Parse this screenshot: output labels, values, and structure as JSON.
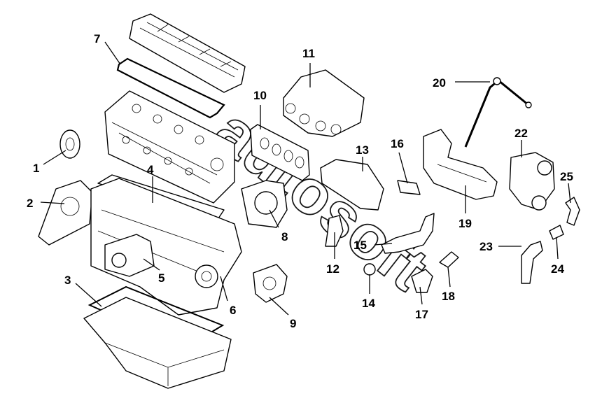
{
  "watermark": "autosoft",
  "callouts": [
    {
      "id": "1",
      "label": "1"
    },
    {
      "id": "2",
      "label": "2"
    },
    {
      "id": "3",
      "label": "3"
    },
    {
      "id": "4",
      "label": "4"
    },
    {
      "id": "5",
      "label": "5"
    },
    {
      "id": "6",
      "label": "6"
    },
    {
      "id": "7",
      "label": "7"
    },
    {
      "id": "8",
      "label": "8"
    },
    {
      "id": "9",
      "label": "9"
    },
    {
      "id": "10",
      "label": "10"
    },
    {
      "id": "11",
      "label": "11"
    },
    {
      "id": "12",
      "label": "12"
    },
    {
      "id": "13",
      "label": "13"
    },
    {
      "id": "14",
      "label": "14"
    },
    {
      "id": "15",
      "label": "15"
    },
    {
      "id": "16",
      "label": "16"
    },
    {
      "id": "17",
      "label": "17"
    },
    {
      "id": "18",
      "label": "18"
    },
    {
      "id": "19",
      "label": "19"
    },
    {
      "id": "20",
      "label": "20"
    },
    {
      "id": "22",
      "label": "22"
    },
    {
      "id": "23",
      "label": "23"
    },
    {
      "id": "24",
      "label": "24"
    },
    {
      "id": "25",
      "label": "25"
    }
  ]
}
